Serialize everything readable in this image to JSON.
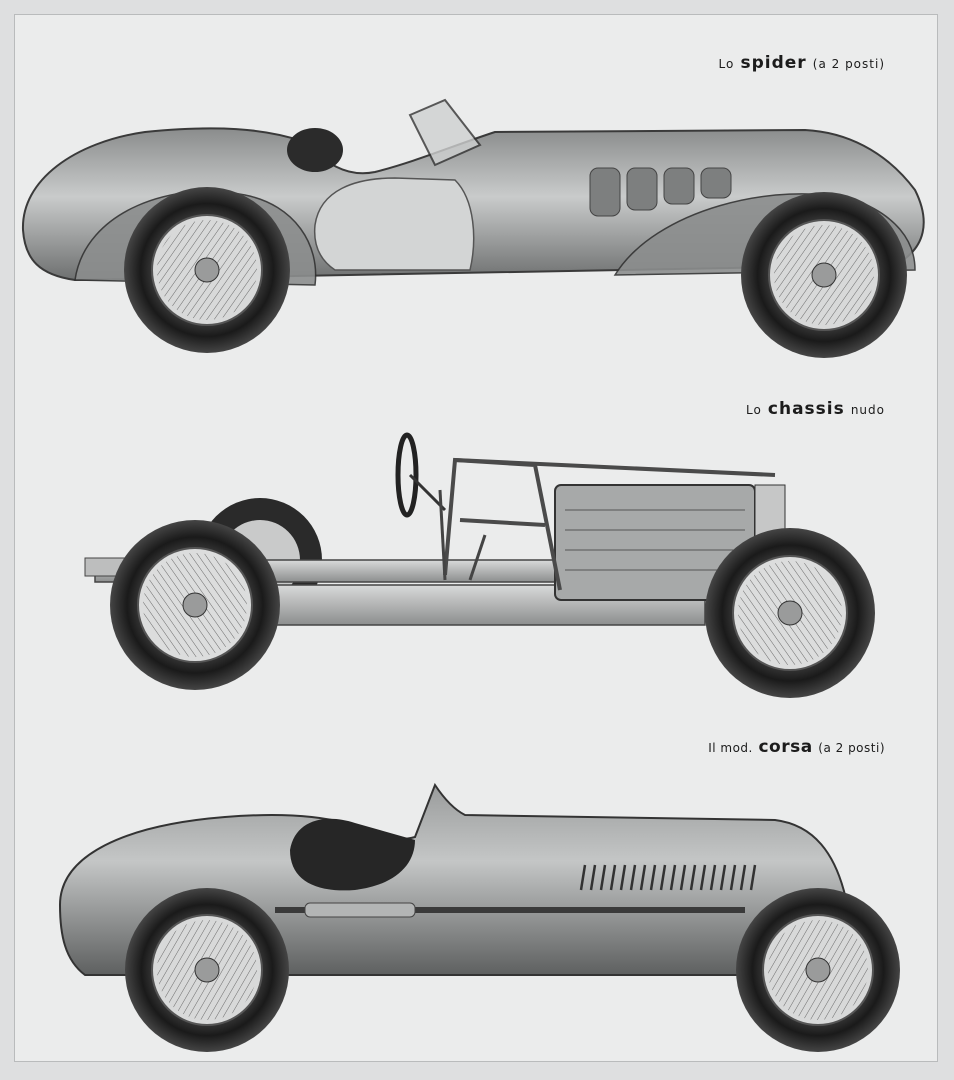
{
  "captions": {
    "spider": {
      "prefix": "Lo",
      "main": "spider",
      "suffix": "(a 2 posti)"
    },
    "chassis": {
      "prefix": "Lo",
      "main": "chassis",
      "suffix": "nudo"
    },
    "corsa": {
      "prefix": "Il mod.",
      "main": "corsa",
      "suffix": "(a 2 posti)"
    }
  }
}
